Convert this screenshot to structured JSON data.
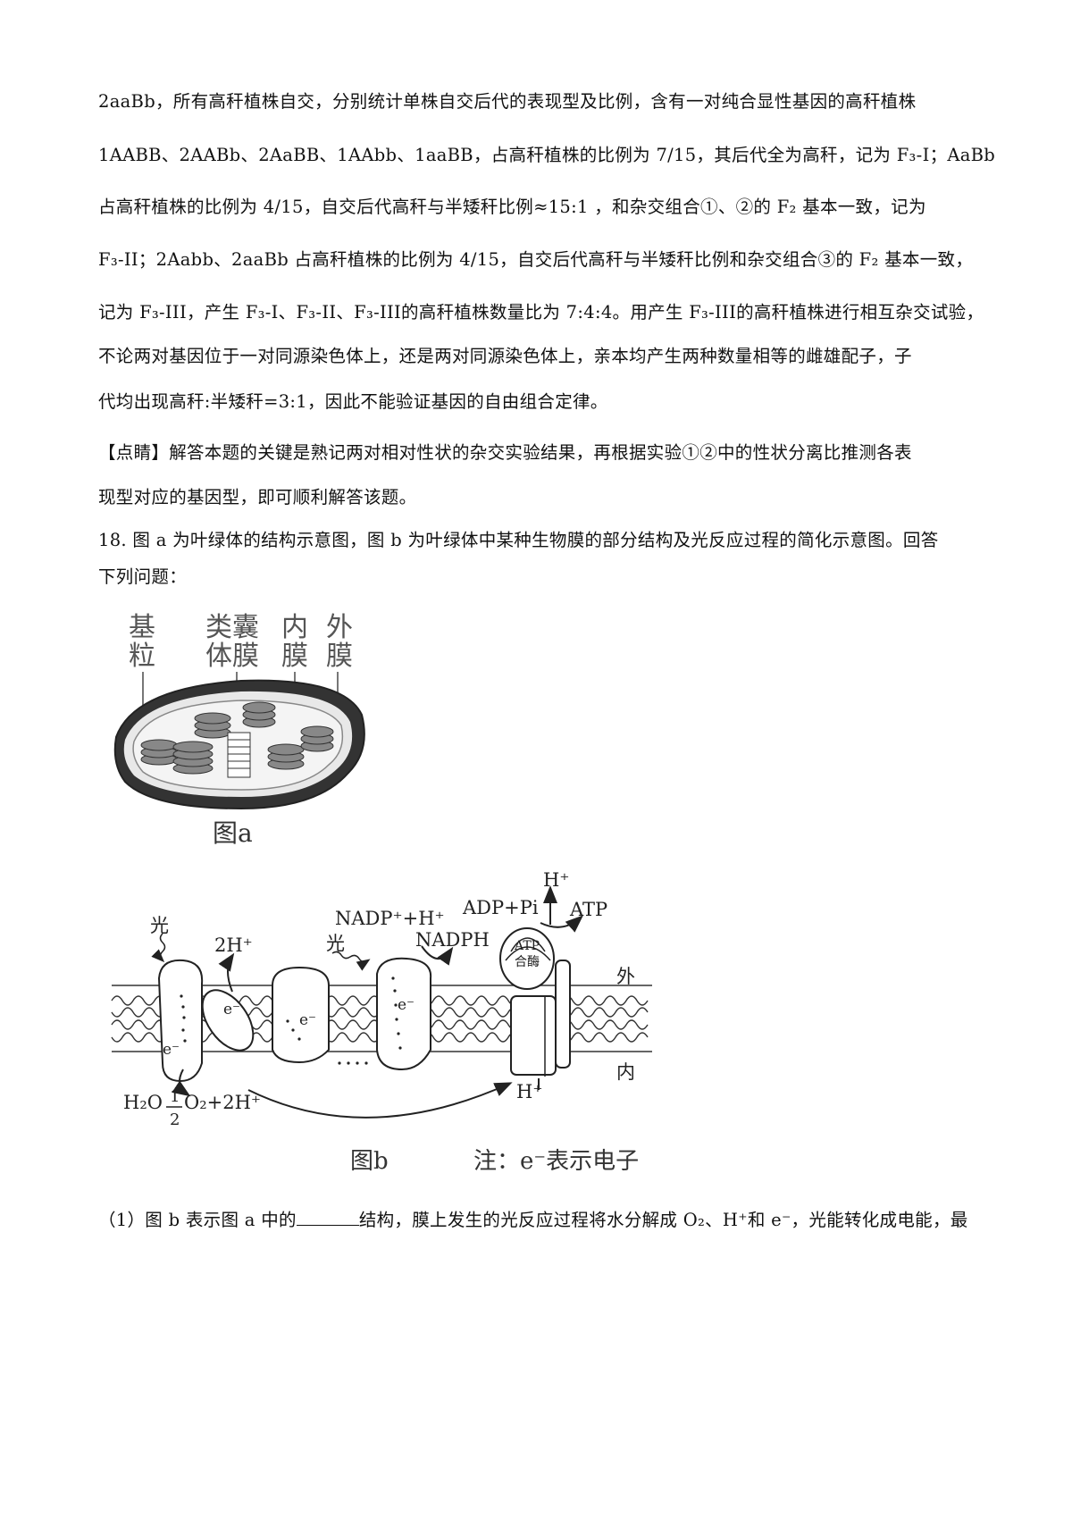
{
  "text_lines": [
    "2aaBb，所有高秆植株自交，分别统计单株自交后代的表现型及比例，含有一对纯合显性基因的高秆植株",
    "1AABB、2AABb、2AaBB、1AAbb、1aaBB，占高秆植株的比例为 7/15，其后代全为高秆，记为 F₃-I；AaBb",
    "占高秆植株的比例为 4/15，自交后代高秆与半矮秆比例≈15:1 ，和杂交组合①、②的 F₂ 基本一致，记为",
    "F₃-II；2Aabb、2aaBb 占高秆植株的比例为 4/15，自交后代高秆与半矮秆比例和杂交组合③的 F₂ 基本一致，",
    "记为  F₃-III，产生 F₃-I、F₃-II、F₃-III的高秆植株数量比为 7:4:4。用产生 F₃-III的高秆植株进行相互杂交试验，",
    "不论两对基因位于一对同源染色体上，还是两对同源染色体上，亲本均产生两种数量相等的雌雄配子，子",
    "代均出现高秆:半矮秆=3:1，因此不能验证基因的自由组合定律。"
  ],
  "tip_lines": [
    "【点睛】解答本题的关键是熟记两对相对性状的杂交实验结果，再根据实验①②中的性状分离比推测各表",
    "现型对应的基因型，即可顺利解答该题。"
  ],
  "question": {
    "lines": [
      "18.  图 a 为叶绿体的结构示意图，图 b 为叶绿体中某种生物膜的部分结构及光反应过程的简化示意图。回答",
      "下列问题："
    ],
    "sub_q1_before": "（1）图 b 表示图 a 中的",
    "sub_q1_after": "结构，膜上发生的光反应过程将水分解成 O₂、H⁺和 e⁻，光能转化成电能，最"
  },
  "figure_a": {
    "labels": [
      "基",
      "粒",
      "类囊",
      "体膜",
      "内",
      "膜",
      "外",
      "膜"
    ],
    "caption": "图a"
  },
  "figure_b": {
    "labels": {
      "light1": "光",
      "light2": "光",
      "two_h_top": "2H⁺",
      "nadp": "NADP⁺+H⁺",
      "nadph": "NADPH",
      "adp": "ADP+Pi",
      "atp": "ATP",
      "h_top": "H⁺",
      "atp_enzyme_1": "ATP",
      "atp_enzyme_2": "合酶",
      "outer": "外",
      "inner": "内",
      "h_bottom": "H⁺",
      "water": "H₂O",
      "half": "1",
      "half_den": "2",
      "o2": "O₂+2H⁺",
      "e1": "e⁻",
      "e2": "e⁻",
      "e3": "e⁻",
      "e4": "e⁻"
    },
    "caption": "图b",
    "note": "注：e⁻表示电子"
  }
}
